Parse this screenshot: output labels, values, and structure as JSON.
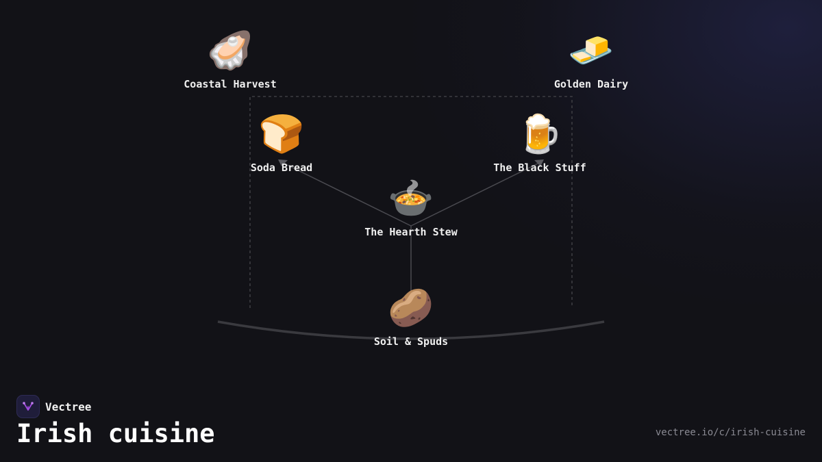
{
  "nodes": {
    "coastal": {
      "emoji": "🦪",
      "label": "Coastal Harvest"
    },
    "dairy": {
      "emoji": "🧈",
      "label": "Golden Dairy"
    },
    "bread": {
      "emoji": "🍞",
      "label": "Soda Bread"
    },
    "stout": {
      "emoji": "🍺",
      "label": "The Black Stuff"
    },
    "stew": {
      "emoji": "🍲",
      "label": "The Hearth Stew"
    },
    "spuds": {
      "emoji": "🥔",
      "label": "Soil & Spuds"
    }
  },
  "footer": {
    "brand": "Vectree",
    "title": "Irish cuisine",
    "url": "vectree.io/c/irish-cuisine"
  },
  "colors": {
    "background": "#121217",
    "line": "#4a4a50",
    "dashed": "#3c3c42",
    "logo_accent": "#a24be0"
  }
}
